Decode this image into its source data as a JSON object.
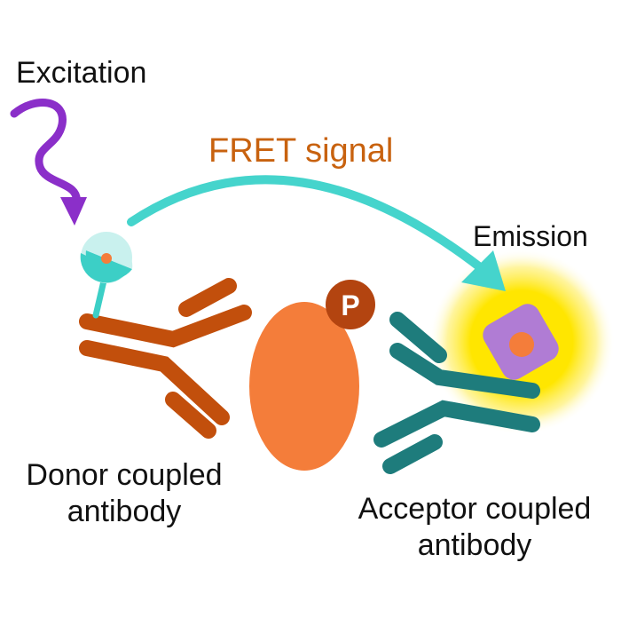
{
  "labels": {
    "excitation": "Excitation",
    "fret_signal": "FRET signal",
    "emission": "Emission",
    "donor_line1": "Donor coupled",
    "donor_line2": "antibody",
    "acceptor_line1": "Acceptor coupled",
    "acceptor_line2": "antibody",
    "phospho": "P"
  },
  "colors": {
    "excitation_wave": "#8b2fc9",
    "fret_arrow": "#45d4cc",
    "donor_antibody": "#c24f0c",
    "acceptor_antibody": "#1e7c7c",
    "target_protein": "#f47d3a",
    "phospho_badge": "#b34410",
    "acceptor_fluor": "#b07cd4",
    "acceptor_core": "#f47d3a",
    "emission_glow": "#ffe600",
    "donor_fluor": "#3ccfc6",
    "text_fret": "#c8620f"
  },
  "icons": {
    "excitation": "squiggle-arrow-icon",
    "donor": "donor-fluorophore-icon",
    "acceptor": "acceptor-fluorophore-icon",
    "phospho": "phosphate-badge-icon"
  }
}
